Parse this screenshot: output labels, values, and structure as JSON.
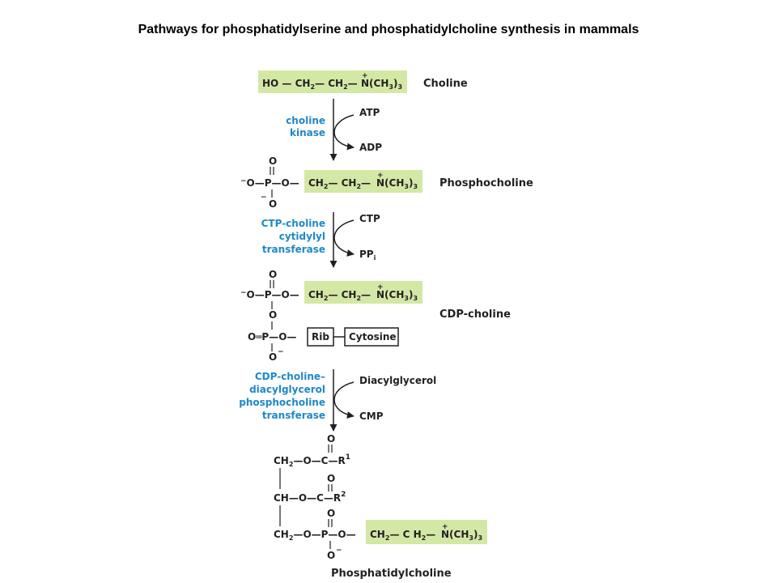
{
  "title": "Pathways for phosphatidylserine and phosphatidylcholine synthesis in mammals",
  "colors": {
    "highlight": "#d4e8a6",
    "enzyme_text": "#1e88c8",
    "structure_text": "#231f20",
    "arrow": "#231f20"
  },
  "compounds": {
    "choline": "Choline",
    "phosphocholine": "Phosphocholine",
    "cdp_choline": "CDP-choline",
    "phosphatidylcholine": "Phosphatidylcholine"
  },
  "enzymes": {
    "step1": [
      "choline",
      "kinase"
    ],
    "step2": [
      "CTP-choline",
      "cytidylyl",
      "transferase"
    ],
    "step3": [
      "CDP-choline–",
      "diacylglycerol",
      "phosphocholine",
      "transferase"
    ]
  },
  "cofactors": {
    "step1_in": "ATP",
    "step1_out": "ADP",
    "step2_in": "CTP",
    "step2_out": "PP",
    "step2_out_sub": "i",
    "step3_in": "Diacylglycerol",
    "step3_out": "CMP"
  },
  "groups": {
    "rib": "Rib",
    "cytosine": "Cytosine"
  }
}
